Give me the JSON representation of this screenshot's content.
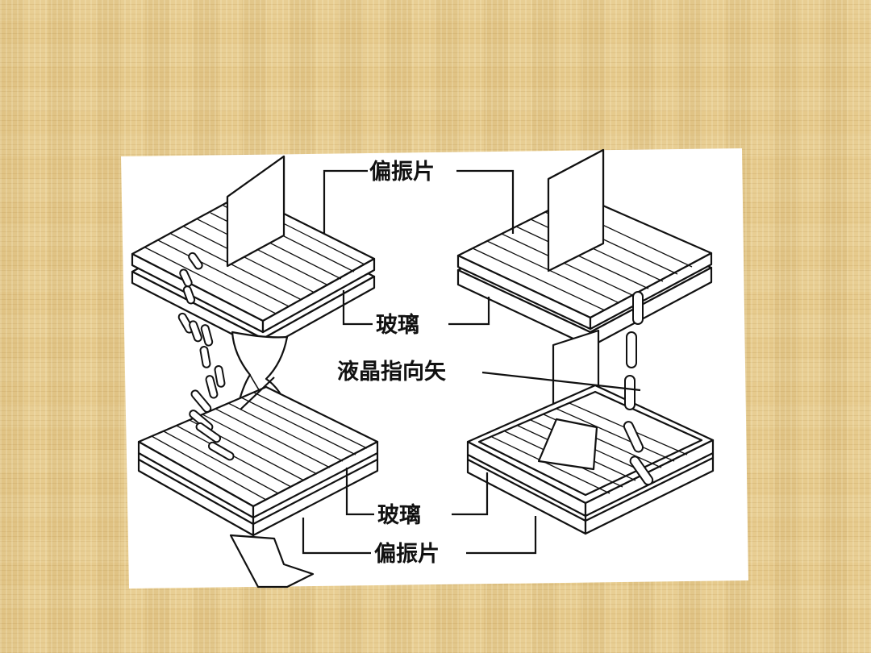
{
  "labels": {
    "polarizer_top": "偏振片",
    "glass_top": "玻璃",
    "director": "液晶指向矢",
    "glass_bottom": "玻璃",
    "polarizer_bottom": "偏振片"
  },
  "colors": {
    "background": "#e6ca8c",
    "figure_panel": "#ffffff",
    "ink": "#111111"
  }
}
